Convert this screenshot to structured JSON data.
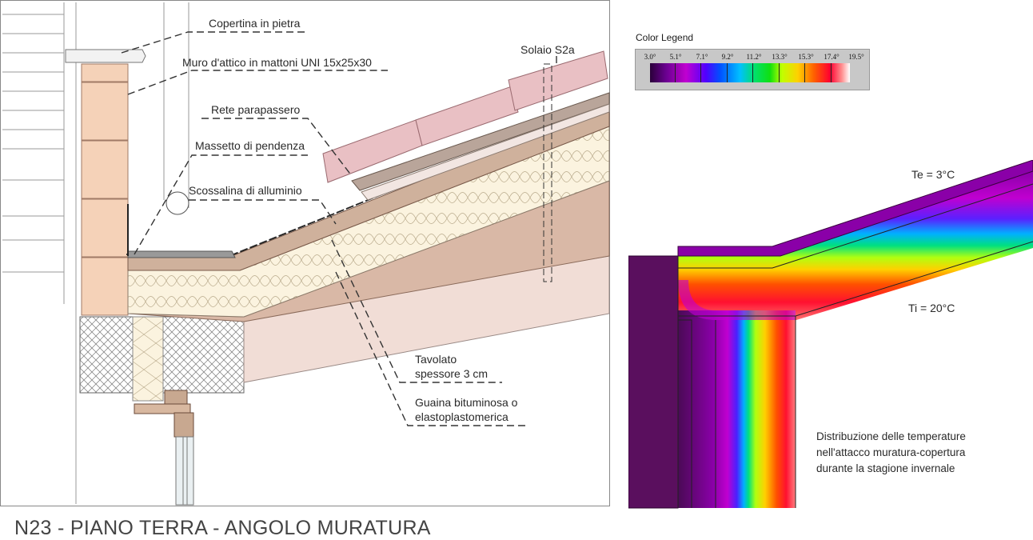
{
  "labels": {
    "copertina": "Copertina in pietra",
    "muro": "Muro d'attico in mattoni UNI 15x25x30",
    "solaio": "Solaio S2a",
    "rete": "Rete parapassero",
    "massetto": "Massetto di pendenza",
    "scossalina": "Scossalina di alluminio",
    "tavolato": "Tavolato spessore 3 cm",
    "guaina": "Guaina bituminosa o elastoplastomerica"
  },
  "title": "N23 - PIANO TERRA - ANGOLO MURATURA",
  "legend": {
    "title": "Color Legend",
    "ticks": [
      "3.0°",
      "5.1°",
      "7.1°",
      "9.2°",
      "11.2°",
      "13.3°",
      "15.3°",
      "17.4°",
      "19.5°"
    ]
  },
  "thermal": {
    "te": "Te = 3°C",
    "ti": "Ti = 20°C",
    "caption": "Distribuzione delle temperature\nnell'attacco muratura-copertura\ndurante la stagione invernale"
  },
  "colors": {
    "brick": "#f5d2b8",
    "insulation": "#fbf3df",
    "tiles": "#e9c0c4",
    "screed": "#cfb19c",
    "wall_outer": "#5a0f5e",
    "legend_bg": "#c8c8c8"
  }
}
